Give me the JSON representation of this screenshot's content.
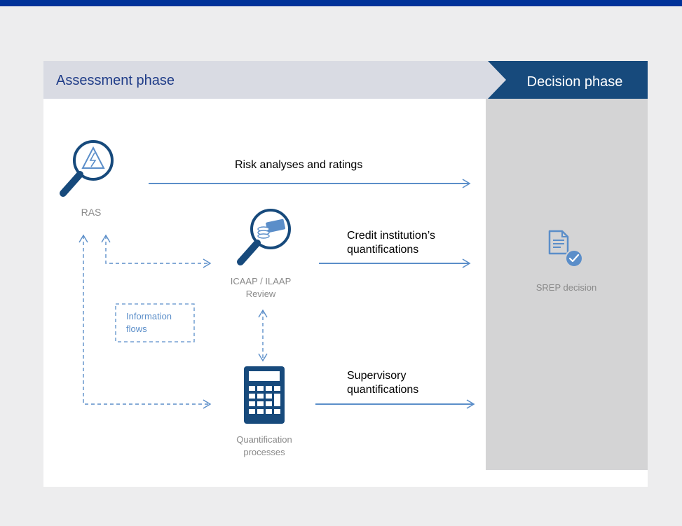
{
  "phases": {
    "assessment": "Assessment phase",
    "decision": "Decision phase"
  },
  "nodes": {
    "ras": {
      "label": "RAS",
      "icon": "magnifier-warning-icon"
    },
    "icaap": {
      "label_line1": "ICAAP / ILAAP",
      "label_line2": "Review",
      "icon": "magnifier-money-icon"
    },
    "quant": {
      "label_line1": "Quantification",
      "label_line2": "processes",
      "icon": "calculator-icon"
    },
    "srep": {
      "label": "SREP decision",
      "icon": "document-check-icon"
    }
  },
  "flows": {
    "risk": "Risk analyses and ratings",
    "credit_line1": "Credit institution’s",
    "credit_line2": "quantifications",
    "supervisory_line1": "Supervisory",
    "supervisory_line2": "quantifications"
  },
  "info_box": {
    "line1": "Information",
    "line2": "flows"
  },
  "colors": {
    "top_bar": "#003299",
    "assessment_bar": "#d9dbe3",
    "decision_bar": "#174a7c",
    "decision_panel": "#d4d4d5",
    "arrow": "#5b8ec9",
    "icon_dark": "#174a7c",
    "title_text": "#1f3c88"
  }
}
